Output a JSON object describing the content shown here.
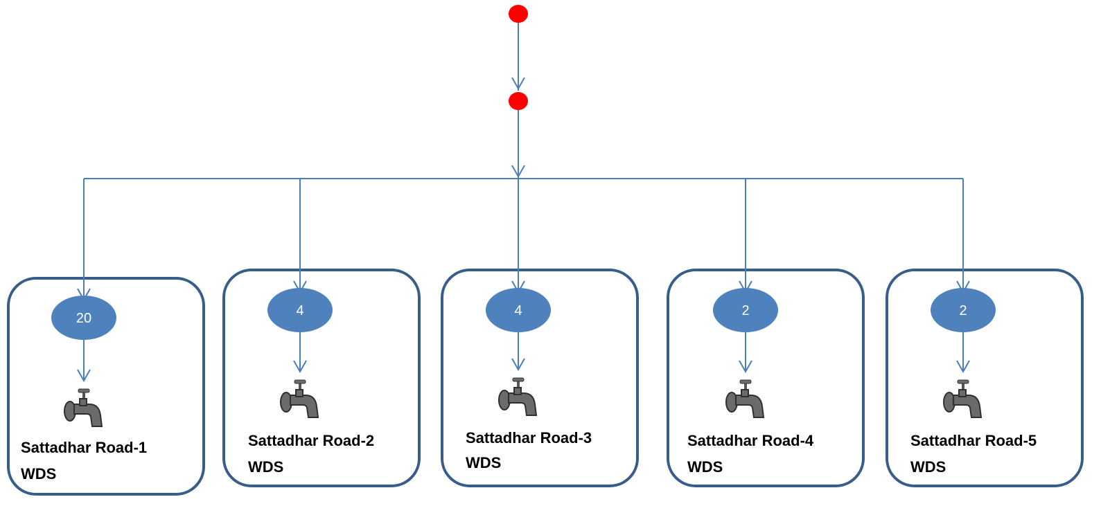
{
  "colors": {
    "line": "#4a7ebb",
    "box_border": "#385d8a",
    "ellipse_fill": "#4f81bd",
    "source_dot": "#ff0000",
    "tap_body": "#6b6b6b"
  },
  "boxes": [
    {
      "count": "20",
      "title_line1": "Sattadhar Road-1",
      "title_line2": "WDS",
      "icon": "water-tap-icon"
    },
    {
      "count": "4",
      "title_line1": "Sattadhar Road-2",
      "title_line2": "WDS",
      "icon": "water-tap-icon"
    },
    {
      "count": "4",
      "title_line1": "Sattadhar Road-3",
      "title_line2": "WDS",
      "icon": "water-tap-icon"
    },
    {
      "count": "2",
      "title_line1": "Sattadhar Road-4",
      "title_line2": "WDS",
      "icon": "water-tap-icon"
    },
    {
      "count": "2",
      "title_line1": "Sattadhar Road-5",
      "title_line2": "WDS",
      "icon": "water-tap-icon"
    }
  ]
}
